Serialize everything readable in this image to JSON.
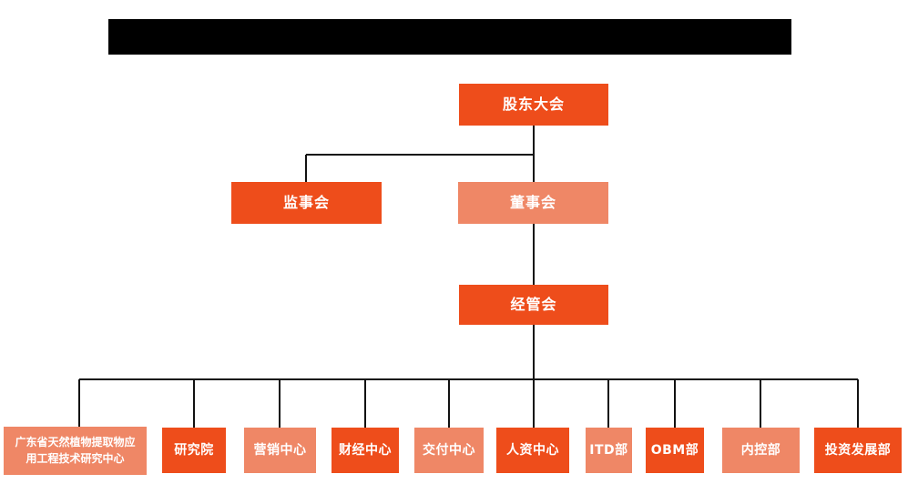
{
  "colors": {
    "primary": "#ee4d1b",
    "secondary": "#ef8766",
    "line": "#121212",
    "node_text": "#ffffff",
    "redaction": "#000000",
    "background": "#ffffff"
  },
  "org_chart": {
    "levels": [
      {
        "name": "level-1",
        "nodes": [
          {
            "label": "股东大会",
            "variant": "primary"
          }
        ]
      },
      {
        "name": "level-2",
        "nodes": [
          {
            "label": "监事会",
            "variant": "primary"
          },
          {
            "label": "董事会",
            "variant": "secondary"
          }
        ]
      },
      {
        "name": "level-3",
        "nodes": [
          {
            "label": "经管会",
            "variant": "primary"
          }
        ]
      },
      {
        "name": "level-4",
        "nodes": [
          {
            "label": "广东省天然植物提取物应用工程技术研究中心",
            "variant": "secondary"
          },
          {
            "label": "研究院",
            "variant": "primary"
          },
          {
            "label": "营销中心",
            "variant": "secondary"
          },
          {
            "label": "财经中心",
            "variant": "primary"
          },
          {
            "label": "交付中心",
            "variant": "secondary"
          },
          {
            "label": "人资中心",
            "variant": "primary"
          },
          {
            "label": "ITD部",
            "variant": "secondary"
          },
          {
            "label": "OBM部",
            "variant": "primary"
          },
          {
            "label": "内控部",
            "variant": "secondary"
          },
          {
            "label": "投资发展部",
            "variant": "primary"
          }
        ]
      }
    ]
  }
}
